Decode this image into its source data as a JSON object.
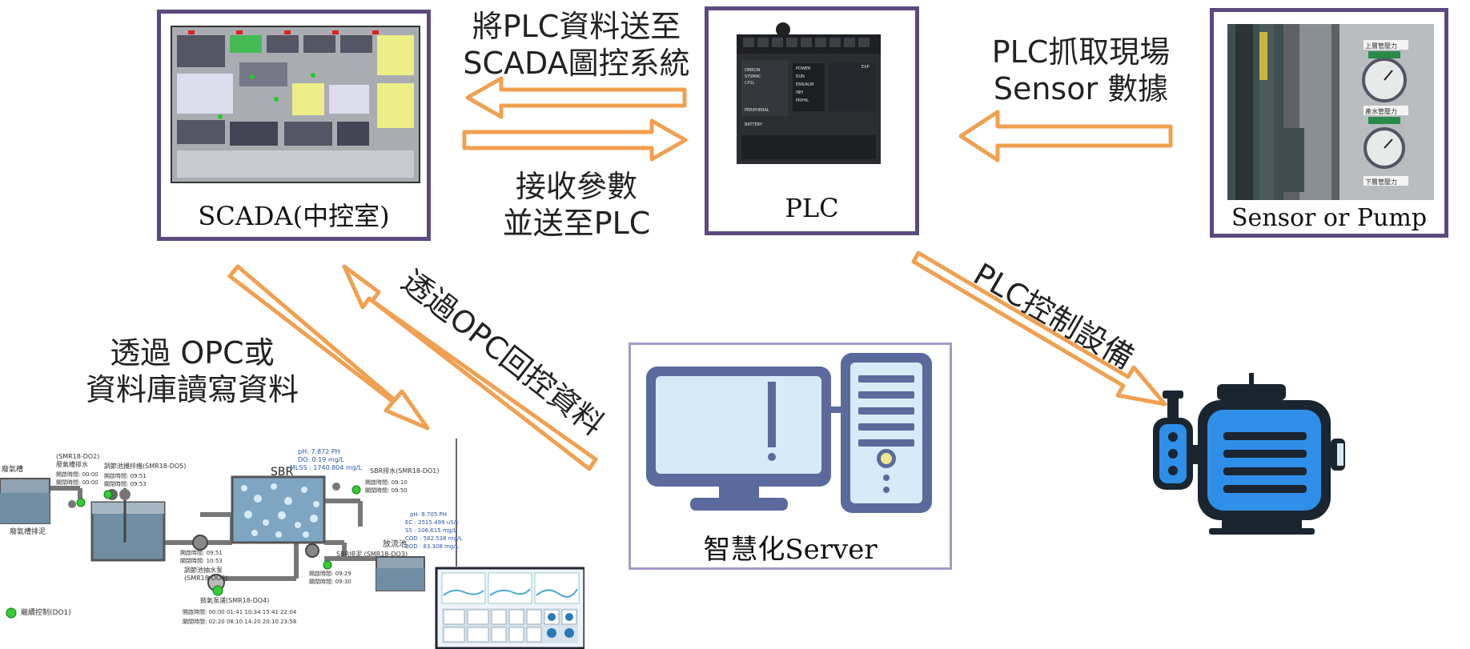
{
  "scada": {
    "caption": "SCADA(中控室)"
  },
  "plc": {
    "caption": "PLC"
  },
  "sensor": {
    "caption": "Sensor or Pump",
    "gauge_labels": [
      "上層管壓力",
      "產水管壓力",
      "下層管壓力"
    ]
  },
  "server": {
    "caption": "智慧化Server"
  },
  "arrows": {
    "plc_to_scada": [
      "將PLC資料送至",
      "SCADA圖控系統"
    ],
    "scada_to_plc": [
      "接收參數",
      "並送至PLC"
    ],
    "sensor_to_plc": [
      "PLC抓取現場",
      "Sensor 數據"
    ],
    "plc_control": "PLC控制設備",
    "opc_rw": [
      "透過 OPC或",
      "資料庫讀寫資料"
    ],
    "opc_back": "透過OPC回控資料"
  },
  "process": {
    "sbr_title": "SBR",
    "ph_block": [
      "pH: 7.872 PH",
      "DO: 0.19 mg/L",
      "MLSS : 1740.804 mg/L"
    ],
    "tank1_label": "廢氣槽",
    "tank1_sub": "廢氣槽排泥",
    "dev1_id": "(SMR18-DO2)",
    "dev1_name": "廢氣槽排水",
    "times_open": "開啟時間: 00:00",
    "times_close": "關閉時間: 00:00",
    "mixer_name": "調節池攪拌機(SMR18-DO5)",
    "mixer_t1": "開啟時間: 09:51",
    "mixer_t2": "關閉時間: 09:53",
    "pump_name": "調節池抽水泵",
    "pump_id": "(SMR18-DO6)",
    "pump_t1": "開啟時間: 09:51",
    "pump_t2": "關閉時間: 10:53",
    "sbr_out_name": "SBR排水(SMR18-DO1)",
    "sbr_out_t1": "開啟時間: 09:10",
    "sbr_out_t2": "關閉時間: 09:50",
    "sbr_sludge_name": "SBR排泥 (SMR18-DO3)",
    "sbr_sludge_t1": "開啟時間: 09:29",
    "sbr_sludge_t2": "關閉時間: 09:30",
    "blower_name": "鼓氣泵浦(SMR18-DO4)",
    "blower_t1": "開啟時間: 00:00  01:41  10:34  15:41  22:04",
    "blower_t2": "關閉時間: 02:20  08:10  14:20  20:10  23:58",
    "discharge_label": "放流池",
    "quality": [
      "pH: 8.705 PH",
      "EC : 2515.499 uS/c",
      "SS : 106.615 mg/L",
      "COD : 582.538 mg/L",
      "BOD : 83.308 mg/L"
    ],
    "legend_label": "繼續控制(DO1)"
  },
  "colors": {
    "frame": "#5b4a7e",
    "frame_light": "#a898c8",
    "arrow_stroke": "#f0a050",
    "motor_blue": "#2f8fe8",
    "motor_dark": "#1a2530"
  }
}
